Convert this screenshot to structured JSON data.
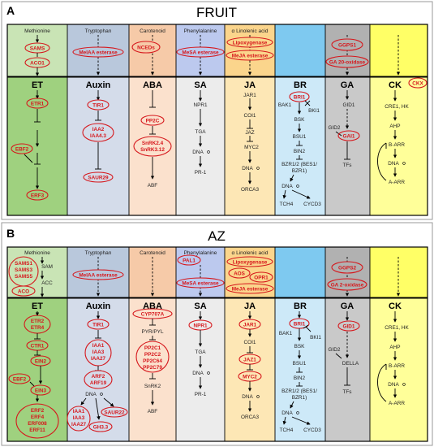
{
  "panelA": {
    "letter": "A",
    "title": "FRUIT",
    "precursors": [
      "Methionine",
      "Tryptophan",
      "Carotenoid",
      "Phenylalanine",
      "α Linolenic acid"
    ],
    "hormones": [
      "ET",
      "Auxin",
      "ABA",
      "SA",
      "JA",
      "BR",
      "GA",
      "CK"
    ],
    "top_genes": [
      "SAMS",
      "ACO1",
      "MeIAA esterase",
      "NCEDs",
      "MeSA esterase",
      "Lipoxygenase",
      "MeJA esterase",
      "GGPS1",
      "GA 20-oxidase",
      "CKX"
    ],
    "et": [
      "ETR1",
      "EBF2",
      "ERF3"
    ],
    "auxin": [
      "TIR1",
      "IAA2",
      "IAA4.3",
      "SAUR29"
    ],
    "aba": [
      "PP2C",
      "SnRK2.4",
      "SnRK3.12",
      "ABF"
    ],
    "sa": [
      "NPR1",
      "TGA",
      "DNA",
      "PR-1"
    ],
    "ja": [
      "JAR1",
      "COI1",
      "JAZ",
      "MYC2",
      "DNA",
      "ORCA3"
    ],
    "br": [
      "BRI1",
      "BAK1",
      "BKI1",
      "BSK",
      "BSU1",
      "BIN2",
      "BZR1/2 (BES1/",
      "BZR1)",
      "DNA",
      "TCH4",
      "CYCD3"
    ],
    "ga": [
      "GID1",
      "GID2",
      "GAI1",
      "TFs"
    ],
    "ck": [
      "CRE1, HK",
      "AHP",
      "B-ARR",
      "DNA",
      "A-ARR"
    ]
  },
  "panelB": {
    "letter": "B",
    "title": "AZ",
    "precursors": [
      "Methionine",
      "Tryptophan",
      "Carotenoid",
      "Phenylalanine",
      "α Linolenic acid"
    ],
    "hormones": [
      "ET",
      "Auxin",
      "ABA",
      "SA",
      "JA",
      "BR",
      "GA",
      "CK"
    ],
    "top_genes": [
      "SAMS1",
      "SAMS3",
      "SAMS5",
      "ACO",
      "SAM",
      "ACC",
      "MeIAA esterase",
      "PAL1",
      "MeSA esterase",
      "Lipoxygenase",
      "AOS",
      "OPR1",
      "MeJA esterase",
      "GGPS2",
      "GA 2-oxidase"
    ],
    "et": [
      "ETR2",
      "ETR4",
      "CTR1",
      "EIN2",
      "EBF2",
      "EIN3",
      "ERF2",
      "ERF4",
      "ERF008",
      "ERF11"
    ],
    "auxin": [
      "TIR1",
      "IAA1",
      "IAA3",
      "IAA27",
      "ARF2",
      "ARF19",
      "DNA",
      "IAA1",
      "IAA3",
      "IAA27",
      "SAUR22",
      "GH3.3"
    ],
    "aba": [
      "CYP707A",
      "PYR/PYL",
      "PP2C1",
      "PP2C2",
      "PP2C64",
      "PP2C79",
      "SnRK2",
      "ABF"
    ],
    "sa": [
      "NPR1",
      "TGA",
      "DNA",
      "PR-1"
    ],
    "ja": [
      "JAR1",
      "COI1",
      "JAZ1",
      "MYC2",
      "DNA",
      "ORCA3"
    ],
    "br": [
      "BRI1",
      "BAK1",
      "BKI1",
      "BSK",
      "BSU1",
      "BIN2",
      "BZR1/2 (BES1/",
      "BZR1)",
      "DNA",
      "TCH4",
      "CYCD3"
    ],
    "ga": [
      "GID1",
      "GID2",
      "DELLA",
      "TFs"
    ],
    "ck": [
      "CRE1, HK",
      "AHP",
      "B-ARR",
      "DNA",
      "A-ARR"
    ]
  },
  "colors": {
    "highlight": "#d6171c",
    "et_top": "#c9e4b5",
    "et_bot": "#9fd17f",
    "auxin_top": "#b9c8dc",
    "auxin_bot": "#d4dcea",
    "aba_top": "#f6caa8",
    "aba_bot": "#fbe1cd",
    "sa_top": "#bcc9ee",
    "sa_bot": "#ececec",
    "ja_top": "#fbd58c",
    "ja_bot": "#fde7b5",
    "br_top": "#7ec9f0",
    "br_bot": "#cde9f8",
    "ga_top": "#b1b1b1",
    "ga_bot": "#c9c9c9",
    "ck_top": "#ffff66",
    "ck_bot": "#ffff99"
  }
}
